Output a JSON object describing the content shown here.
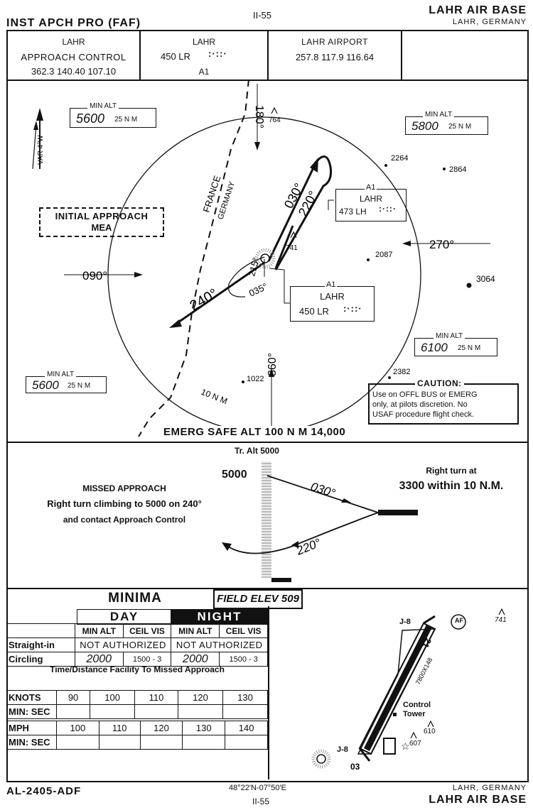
{
  "header": {
    "title": "INST APCH PRO (FAF)",
    "page_code": "II-55",
    "airfield": "LAHR AIR BASE",
    "location": "LAHR, GERMANY"
  },
  "comms": {
    "approach": {
      "name": "LAHR",
      "service": "APPROACH CONTROL",
      "freqs": "362.3  140.40  107.10"
    },
    "beacon": {
      "name": "LAHR",
      "freq": "450  LR",
      "ident": "A1"
    },
    "airport": {
      "name": "LAHR  AIRPORT",
      "freqs": "257.8   117.9  116.64"
    }
  },
  "plan": {
    "variation": "VAR 4°W",
    "min_alt_label": "MIN ALT",
    "sectors": [
      {
        "alt": "5600",
        "dist": "25 N M"
      },
      {
        "alt": "5800",
        "dist": "25 N M"
      },
      {
        "alt": "6100",
        "dist": "25 N M"
      },
      {
        "alt": "5600",
        "dist": "25 N M"
      }
    ],
    "initial_approach": "INITIAL APPROACH",
    "mea": "MEA",
    "border_france": "FRANCE",
    "border_germany": "GERMANY",
    "radials": {
      "r180": "180°",
      "r270": "270°",
      "r090": "090°",
      "r360": "360°"
    },
    "courses": {
      "c030": "030°",
      "c220": "220°",
      "c215": "215°",
      "c035": "035°",
      "c240": "240°"
    },
    "elevations": {
      "e764": "764",
      "e2264": "2264",
      "e2864": "2864",
      "e741": "741",
      "e2087": "2087",
      "e3064": "3064",
      "e1022": "1022",
      "e2382": "2382"
    },
    "fix_lh": {
      "id": "A1",
      "name": "LAHR",
      "freq": "473 LH"
    },
    "fix_lr": {
      "id": "A1",
      "name": "LAHR",
      "freq": "450 LR"
    },
    "ring_label": "10 N M",
    "caution_title": "CAUTION:",
    "caution_text": [
      "Use on OFFL BUS or EMERG",
      "only, at pilots discretion. No",
      "USAF procedure flight check."
    ],
    "emerg_safe_alt": "EMERG  SAFE  ALT  100 N M  14,000"
  },
  "profile": {
    "tr_alt": "Tr. Alt  5000",
    "alt_5000": "5000",
    "outbound": "030°",
    "inbound": "220°",
    "missed_title": "MISSED APPROACH",
    "missed_line1": "Right turn climbing to 5000 on 240°",
    "missed_line2": "and contact Approach Control",
    "right_turn_1": "Right turn at",
    "right_turn_2": "3300 within 10 N.M."
  },
  "minima": {
    "title": "MINIMA",
    "field_elev": "FIELD ELEV 509",
    "day": "DAY",
    "night": "NIGHT",
    "col_min_alt": "MIN  ALT",
    "col_ceil_vis": "CEIL  VIS",
    "row_straight": "Straight-in",
    "straight_day": "NOT  AUTHORIZED",
    "straight_night": "NOT  AUTHORIZED",
    "row_circling": "Circling",
    "circ_day_alt": "2000",
    "circ_day_cv": "1500 - 3",
    "circ_night_alt": "2000",
    "circ_night_cv": "1500 - 3",
    "time_header": "Time/Distance Facility To Missed Approach",
    "knots_label": "KNOTS",
    "knots": [
      "90",
      "100",
      "110",
      "120",
      "130"
    ],
    "min_sec": "MIN:  SEC",
    "mph_label": "MPH",
    "mph": [
      "100",
      "110",
      "120",
      "130",
      "140"
    ]
  },
  "airport_diagram": {
    "j8_top": "J-8",
    "j8_bottom": "J-8",
    "rwy_21": "21",
    "rwy_03": "03",
    "rwy_len": "7800X148",
    "af": "AF",
    "tower": "Control\nTower",
    "elev_741": "741",
    "elev_610": "610",
    "elev_607": "607"
  },
  "footer": {
    "chart_id": "AL-2405-ADF",
    "coords": "48°22'N-07°50'E",
    "page_code": "II-55",
    "location": "LAHR, GERMANY",
    "airfield": "LAHR AIR BASE"
  }
}
